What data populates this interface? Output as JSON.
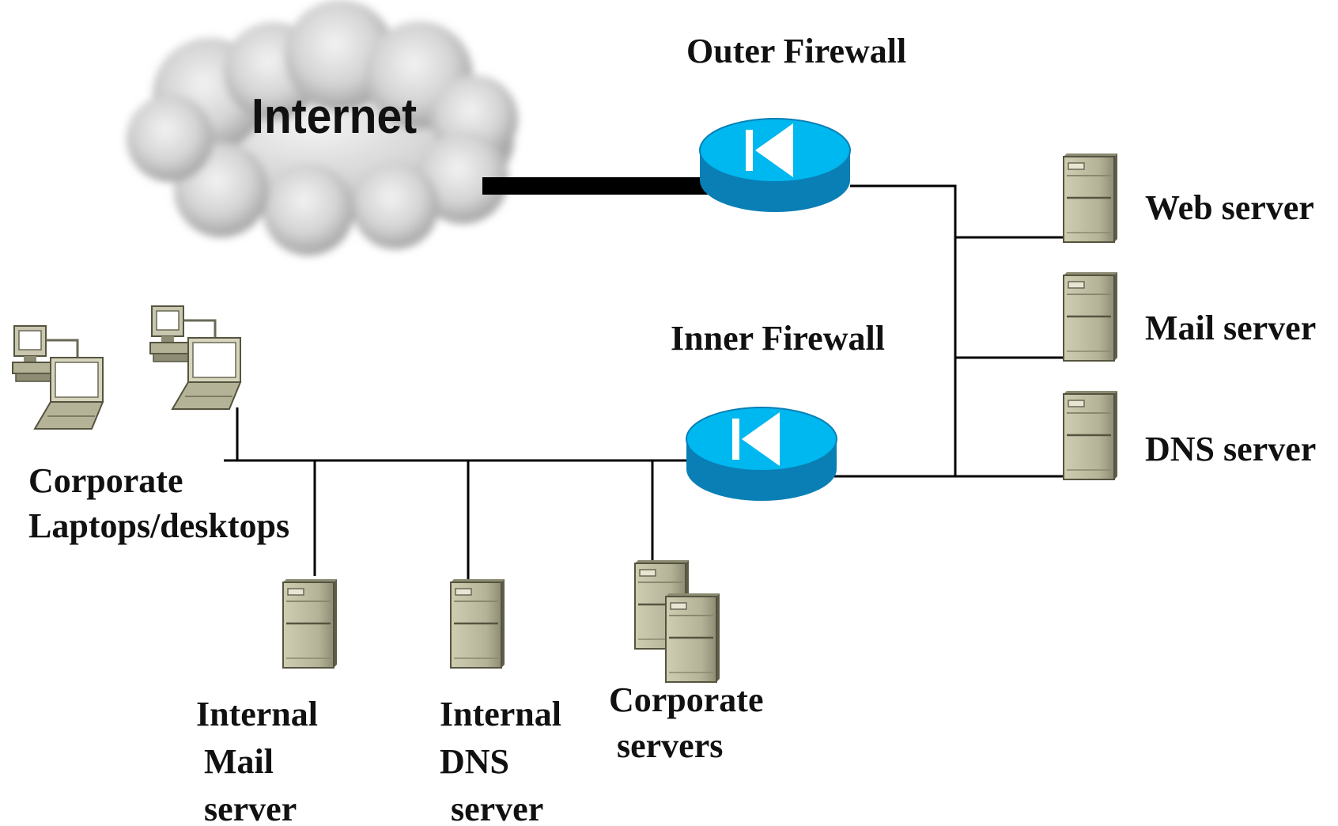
{
  "internet": {
    "label": "Internet"
  },
  "outer_firewall": {
    "label": "Outer Firewall",
    "icon": "firewall-router-icon"
  },
  "inner_firewall": {
    "label": "Inner Firewall",
    "icon": "firewall-router-icon"
  },
  "dmz_servers": [
    {
      "label": "Web server",
      "icon": "server-tower-icon"
    },
    {
      "label": "Mail  server",
      "icon": "server-tower-icon"
    },
    {
      "label": "DNS server",
      "icon": "server-tower-icon"
    }
  ],
  "corporate_clients": {
    "line1": "Corporate",
    "line2": "Laptops/desktops",
    "icon": "desktop-laptop-icon"
  },
  "internal_servers": [
    {
      "lines": [
        "Internal",
        "Mail",
        "server"
      ],
      "icon": "server-tower-icon"
    },
    {
      "lines": [
        "Internal",
        "DNS",
        "server"
      ],
      "icon": "server-tower-icon"
    },
    {
      "lines": [
        "Corporate",
        "servers"
      ],
      "icon": "server-cluster-icon"
    }
  ],
  "colors": {
    "firewall_top": "#00b8f0",
    "firewall_side": "#0a7fb5",
    "server_body": "#b9b79a",
    "server_dark": "#6f6d58",
    "cloud": "#c8c8c8",
    "link": "#000000"
  }
}
